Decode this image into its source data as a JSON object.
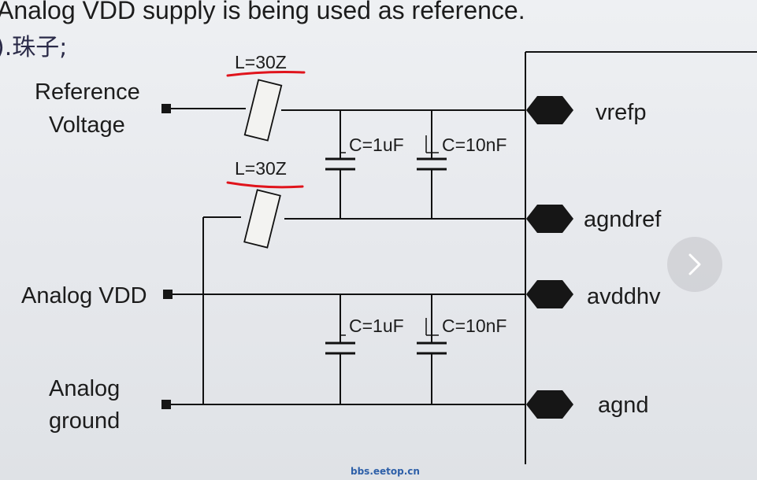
{
  "header": {
    "text": "Analog VDD supply is being used as reference."
  },
  "note": {
    "text": ").珠子;"
  },
  "ports": {
    "reference_voltage": {
      "line1": "Reference",
      "line2": "Voltage"
    },
    "analog_vdd": {
      "label": "Analog VDD"
    },
    "analog_ground": {
      "line1": "Analog",
      "line2": "ground"
    }
  },
  "pins": {
    "vrefp": "vrefp",
    "agndref": "agndref",
    "avddhv": "avddhv",
    "agnd": "agnd"
  },
  "components": {
    "inductor_top": "L=30Z",
    "inductor_bottom": "L=30Z",
    "cap_top_1": "C=1uF",
    "cap_top_2": "C=10nF",
    "cap_bottom_1": "C=1uF",
    "cap_bottom_2": "C=10nF"
  },
  "watermark": "bbs.eetop.cn",
  "colors": {
    "wire": "#111111",
    "pin": "#161616",
    "annotation": "#e0141c"
  },
  "icons": {
    "next": "chevron-right-icon"
  }
}
